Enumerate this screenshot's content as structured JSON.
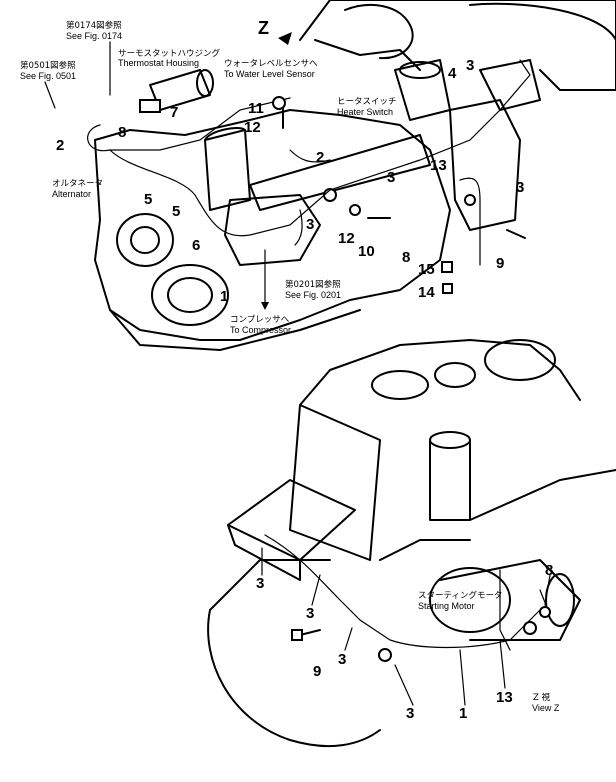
{
  "view_marker": "Z",
  "labels": {
    "thermostat": {
      "ref_jp": "第0174図参照",
      "ref_en": "See Fig. 0174",
      "name_jp": "サーモスタットハウジング",
      "name_en": "Thermostat Housing"
    },
    "fig0501": {
      "ref_jp": "第0501図参照",
      "ref_en": "See Fig. 0501"
    },
    "water_sensor": {
      "name_jp": "ウォータレベルセンサへ",
      "name_en": "To Water Level Sensor"
    },
    "heater_switch": {
      "name_jp": "ヒータスイッチ",
      "name_en": "Heater Switch"
    },
    "alternator": {
      "name_jp": "オルタネータ",
      "name_en": "Alternator"
    },
    "fig0201": {
      "ref_jp": "第0201図参照",
      "ref_en": "See Fig. 0201"
    },
    "compressor": {
      "name_jp": "コンプレッサへ",
      "name_en": "To Compressor"
    },
    "starting_motor": {
      "name_jp": "スターティングモータ",
      "name_en": "Starting Motor"
    },
    "view_z": {
      "name_jp": "Z 視",
      "name_en": "View Z"
    }
  },
  "callouts": {
    "c2a": "2",
    "c7": "7",
    "c8a": "8",
    "c5a": "5",
    "c5b": "5",
    "c6": "6",
    "c1a": "1",
    "c11": "11",
    "c12a": "12",
    "c2b": "2",
    "c3a": "3",
    "c3b": "3",
    "c12b": "12",
    "c10": "10",
    "c4": "4",
    "c3c": "3",
    "c13a": "13",
    "c3d": "3",
    "c8b": "8",
    "c9a": "9",
    "c15": "15",
    "c14": "14",
    "c3e": "3",
    "c3f": "3",
    "c9b": "9",
    "c3g": "3",
    "c3h": "3",
    "c1b": "1",
    "c13b": "13",
    "c8c": "8"
  }
}
